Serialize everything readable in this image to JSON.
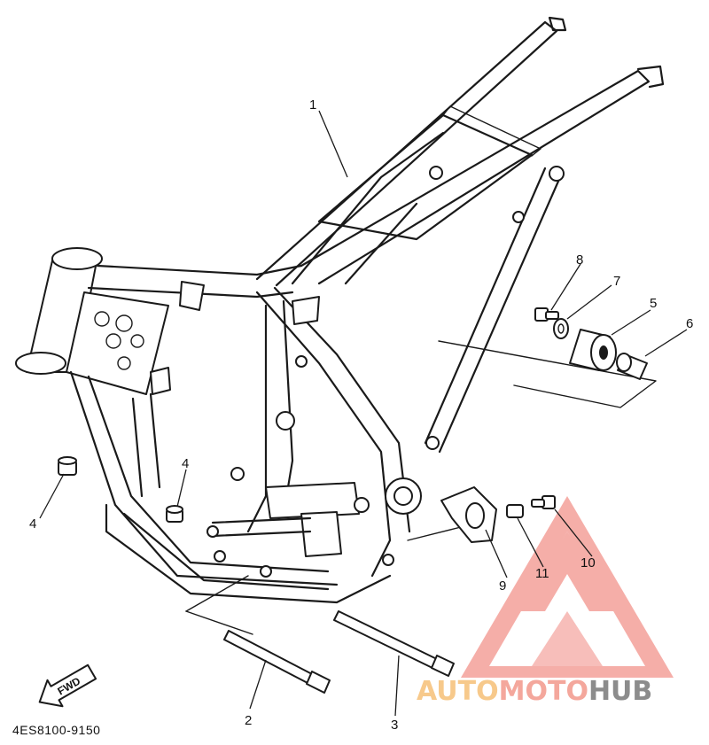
{
  "diagram": {
    "callouts": [
      "1",
      "2",
      "3",
      "4",
      "4",
      "5",
      "6",
      "7",
      "8",
      "9",
      "10",
      "11"
    ],
    "arrow_label": "FWD",
    "part_code": "4ES8100-9150"
  },
  "watermark": {
    "brand_part1": "AUTO",
    "brand_part2": "MOTO",
    "brand_part3": "HUB",
    "color_auto": "#f7c98b",
    "color_moto": "#f4a79c",
    "color_hub": "#8c8c8c",
    "color_logo": "#f4a09a"
  }
}
